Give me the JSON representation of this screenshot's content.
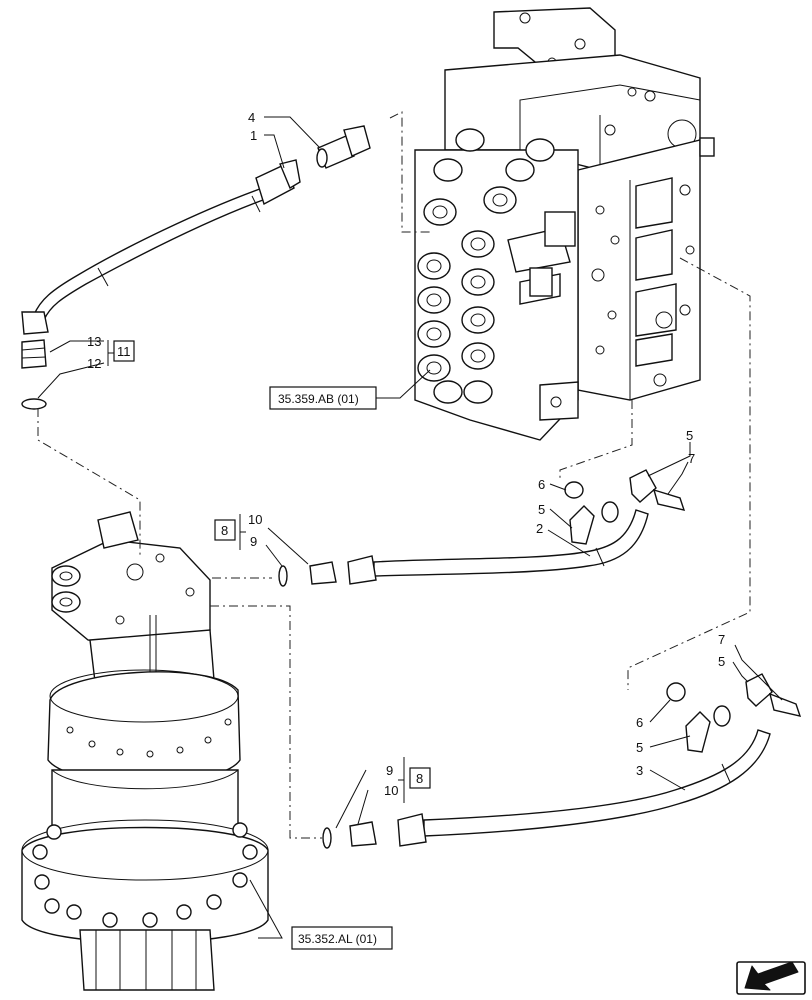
{
  "callouts": {
    "c4": "4",
    "c1": "1",
    "c13": "13",
    "c12": "12",
    "c11": "11",
    "c6a": "6",
    "c5a": "5",
    "c5b": "5",
    "c7a": "7",
    "c2": "2",
    "c10a": "10",
    "c9a": "9",
    "c8a": "8",
    "c7b": "7",
    "c5c": "5",
    "c6b": "6",
    "c5d": "5",
    "c3": "3",
    "c9b": "9",
    "c10b": "10",
    "c8b": "8"
  },
  "references": {
    "valve_ref": "35.359.AB (01)",
    "motor_ref": "35.352.AL (01)"
  },
  "icons": {
    "nav_arrow": "arrow-left-down-icon"
  }
}
